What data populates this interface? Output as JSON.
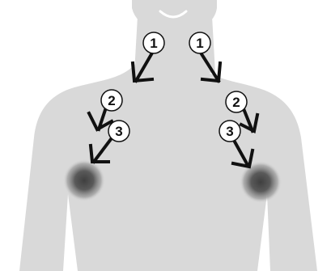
{
  "colors": {
    "background": "#ffffff",
    "skin": "#d9d9d9",
    "skin_outline": "#c9c9c9",
    "arrow": "#111111",
    "badge_fill": "#ffffff",
    "badge_stroke": "#111111",
    "node_dark": "#4d4d4d"
  },
  "labels": {
    "step1_left": "1",
    "step1_right": "1",
    "step2_left": "2",
    "step2_right": "2",
    "step3_left": "3",
    "step3_right": "3"
  },
  "shapes": {
    "face_smile": "smile",
    "lymph_node_left": "lymph-node",
    "lymph_node_right": "lymph-node"
  }
}
